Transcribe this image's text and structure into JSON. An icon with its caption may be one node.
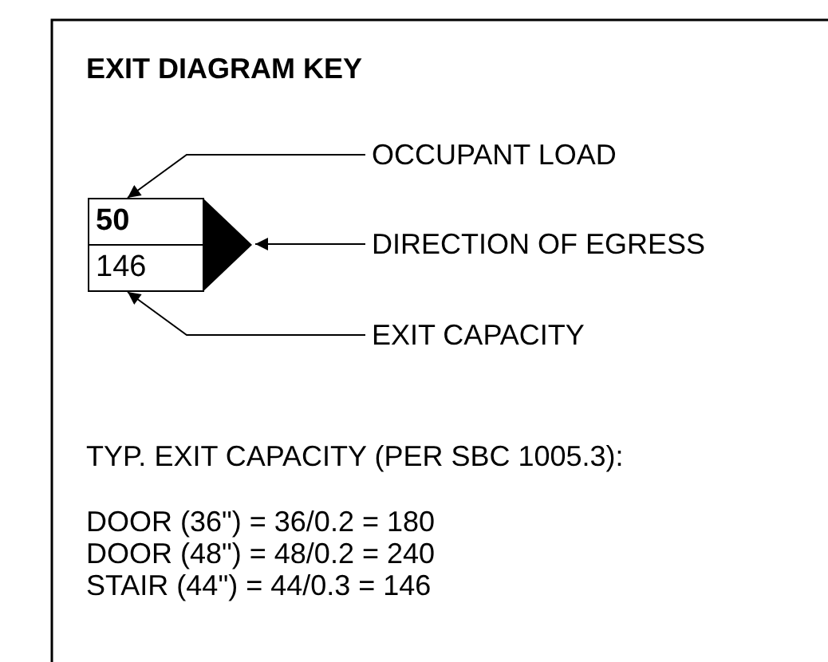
{
  "diagram": {
    "title": "EXIT DIAGRAM KEY",
    "nodes": [
      {
        "text": [
          "50"
        ]
      },
      {
        "text": [
          "146"
        ]
      },
      {
        "text": [],
        "shape": "triangle"
      },
      {
        "text": [
          "OCCUPANT LOAD"
        ]
      },
      {
        "text": [
          "DIRECTION OF EGRESS"
        ]
      },
      {
        "text": [
          "EXIT CAPACITY"
        ]
      }
    ],
    "edges": [
      {
        "from": 3,
        "to": 0,
        "arrow": "to"
      },
      {
        "from": 4,
        "to": 2,
        "arrow": "to"
      },
      {
        "from": 5,
        "to": 1,
        "arrow": "to"
      }
    ],
    "labels": [
      "TYP. EXIT CAPACITY (PER SBC 1005.3):",
      "DOOR (36\") = 36/0.2 = 180",
      "DOOR (48\") = 48/0.2 = 240",
      "STAIR (44\") = 44/0.3 = 146"
    ]
  }
}
